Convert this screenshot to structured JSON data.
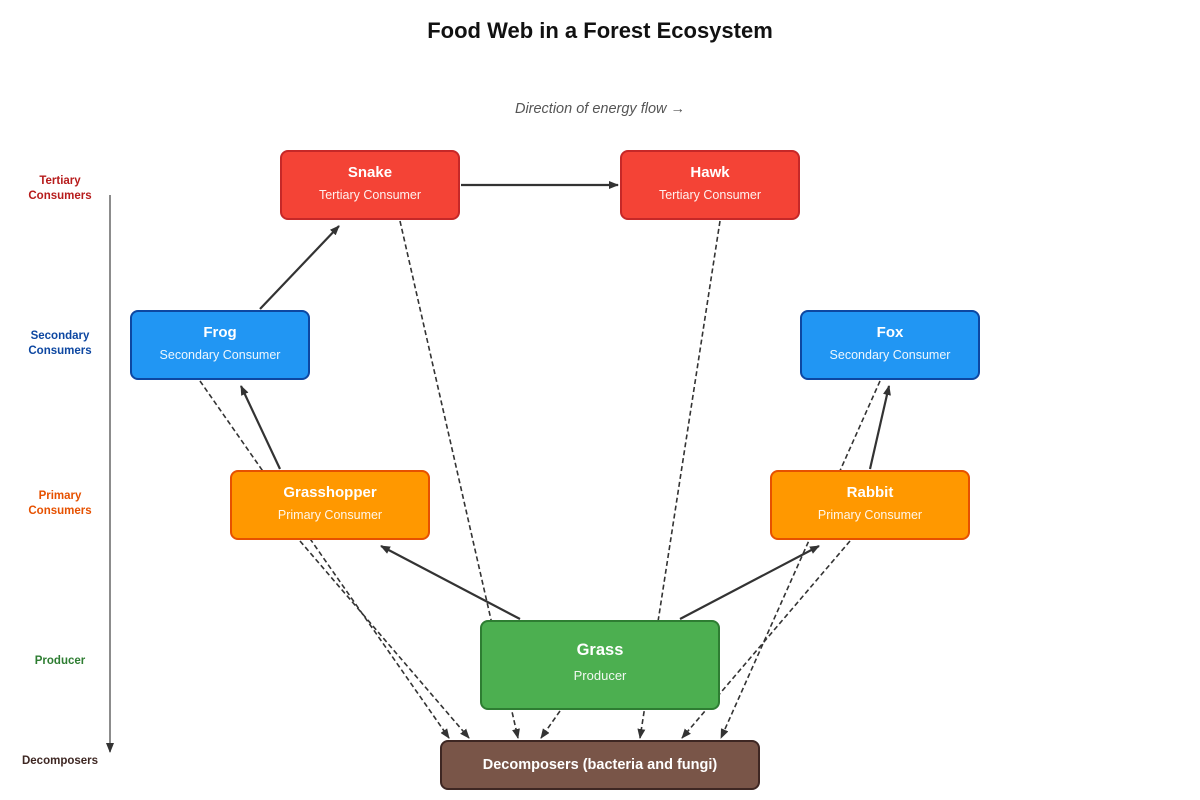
{
  "title": "Food Web in a Forest Ecosystem",
  "flow_note": "Direction of energy flow →",
  "levels": {
    "tertiary": {
      "label": "Tertiary\nConsumers",
      "color": "#b71c1c"
    },
    "secondary": {
      "label": "Secondary\nConsumers",
      "color": "#0d47a1"
    },
    "primary": {
      "label": "Primary\nConsumers",
      "color": "#e65100"
    },
    "producer": {
      "label": "Producer",
      "color": "#2e7d32"
    },
    "decomposers": {
      "label": "Decomposers",
      "color": "#3e2723"
    }
  },
  "nodes": {
    "snake": {
      "name": "Snake",
      "role": "Tertiary Consumer"
    },
    "hawk": {
      "name": "Hawk",
      "role": "Tertiary Consumer"
    },
    "frog": {
      "name": "Frog",
      "role": "Secondary Consumer"
    },
    "fox": {
      "name": "Fox",
      "role": "Secondary Consumer"
    },
    "grasshopper": {
      "name": "Grasshopper",
      "role": "Primary Consumer"
    },
    "rabbit": {
      "name": "Rabbit",
      "role": "Primary Consumer"
    },
    "grass": {
      "name": "Grass",
      "role": "Producer"
    },
    "decomposers": {
      "name": "Decomposers (bacteria and fungi)"
    }
  },
  "colors": {
    "tertiary_fill": "#f44336",
    "tertiary_border": "#c62828",
    "secondary_fill": "#2196f3",
    "secondary_border": "#0d47a1",
    "primary_fill": "#ff9800",
    "primary_border": "#e65100",
    "producer_fill": "#4caf50",
    "producer_border": "#2e7d32",
    "decomposer_fill": "#795548",
    "decomposer_border": "#3e2723",
    "arrow": "#333333"
  }
}
